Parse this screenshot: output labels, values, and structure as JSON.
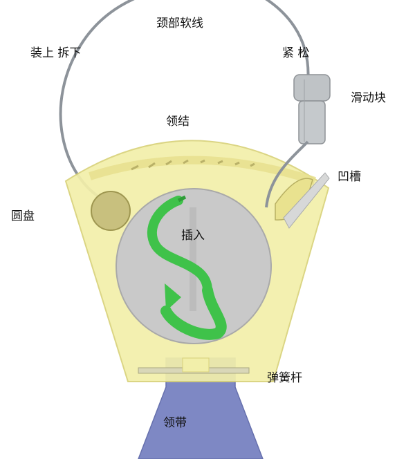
{
  "labels": {
    "neck_cord": "颈部软线",
    "mount_unmount": "装上 拆下",
    "tighten_loosen": "紧 松",
    "slider": "滑动块",
    "collar": "领结",
    "groove": "凹槽",
    "disc": "圆盘",
    "insert": "插入",
    "spring_rod": "弹簧杆",
    "strap": "领带"
  },
  "colors": {
    "collar_fill": "#f2efaa",
    "collar_stroke": "#d8d27a",
    "disc": "#c9c9c9",
    "cord": "#8d939a",
    "slider": "#bfc3c6",
    "saxophone": "#3fc24a",
    "strap": "#7e88c4",
    "knob": "#c8c07e"
  },
  "icons": {
    "saxophone": "saxophone-icon"
  }
}
